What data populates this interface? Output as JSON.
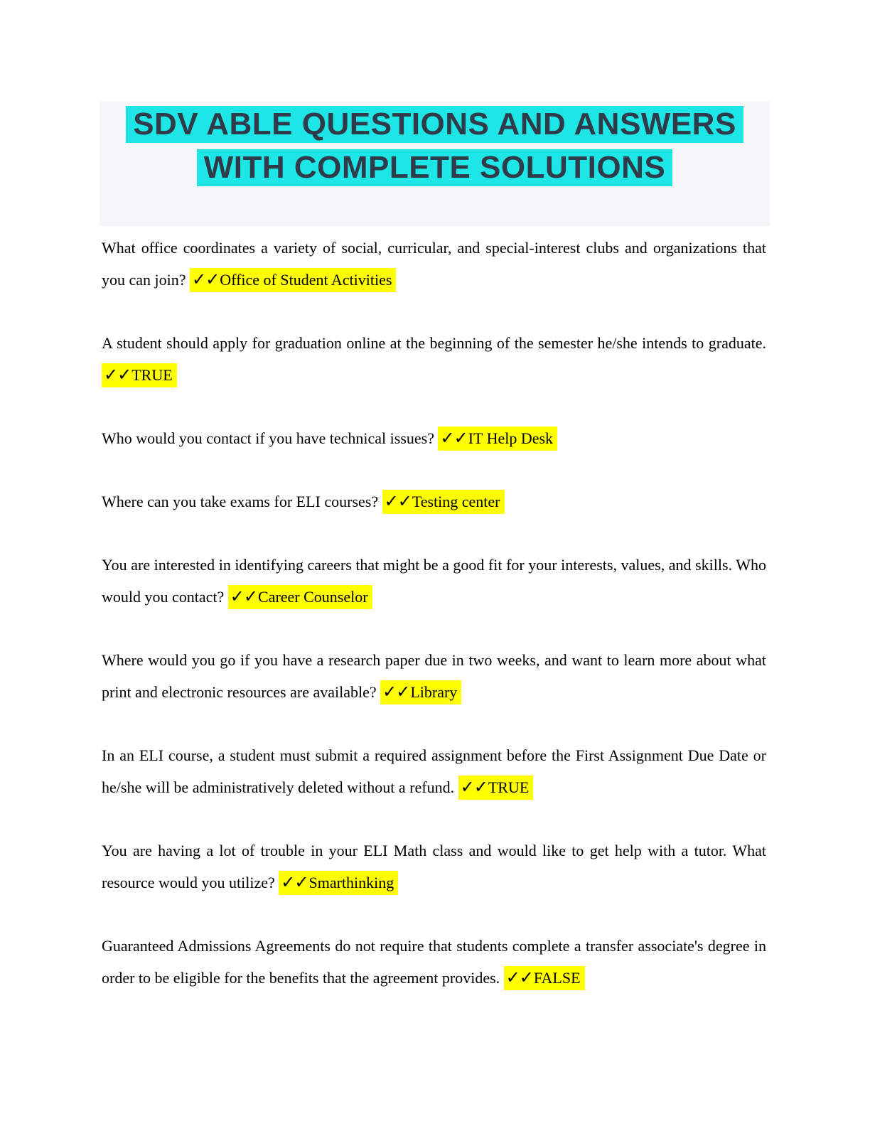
{
  "title": {
    "line1": "SDV ABLE QUESTIONS AND ANSWERS",
    "line2": "WITH COMPLETE SOLUTIONS",
    "highlight_color": "#1fe6e6",
    "block_background": "#f4f6f9",
    "text_color": "#2f3b49"
  },
  "answer_style": {
    "highlight_color": "#ffff00",
    "checkmarks": "✓✓"
  },
  "qa": [
    {
      "question": "What office coordinates a variety of social, curricular, and special-interest clubs and organizations that you can join?",
      "marks": "✓✓",
      "answer": "Office of Student Activities"
    },
    {
      "question": "A student should apply for graduation online at the beginning of the semester he/she intends to graduate.",
      "marks": "✓✓",
      "answer": "TRUE"
    },
    {
      "question": "Who would you contact if you have technical issues?",
      "marks": "✓✓",
      "answer": "IT Help Desk"
    },
    {
      "question": "Where can you take exams for ELI courses?",
      "marks": "✓✓",
      "answer": "Testing center"
    },
    {
      "question": "You are interested in identifying careers that might be a good fit for your interests, values, and skills. Who would you contact?",
      "marks": "✓✓",
      "answer": "Career Counselor"
    },
    {
      "question": "Where would you go if you have a research paper due in two weeks, and want to learn more about what print and electronic resources are available?",
      "marks": "✓✓",
      "answer": "Library"
    },
    {
      "question": "In an ELI course, a student must submit a required assignment before the First Assignment Due Date or he/she will be administratively deleted without a refund.",
      "marks": "✓✓",
      "answer": "TRUE"
    },
    {
      "question": "You are having a lot of trouble in your ELI Math class and would like to get help with a tutor. What resource would you utilize?",
      "marks": "✓✓",
      "answer": "Smarthinking"
    },
    {
      "question": "Guaranteed Admissions Agreements do not require that students complete a transfer associate's degree in order to be eligible for the benefits that the agreement provides.",
      "marks": "✓✓",
      "answer": "FALSE"
    }
  ]
}
